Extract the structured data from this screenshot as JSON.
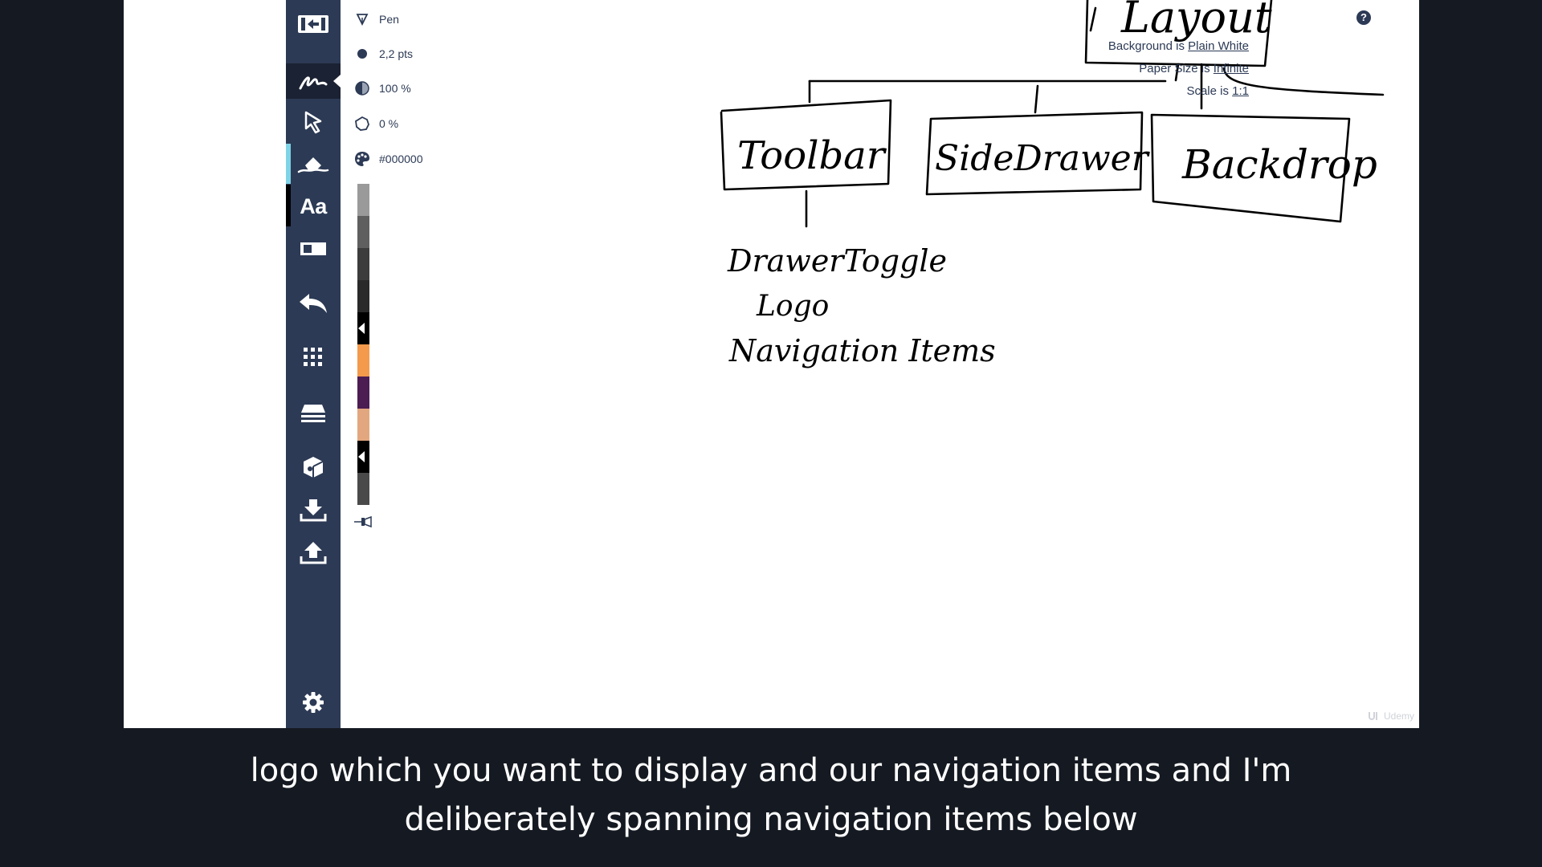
{
  "tool_properties": {
    "tool_name": "Pen",
    "stroke_size": "2,2 pts",
    "opacity": "100 %",
    "smoothing": "0 %",
    "color_hex": "#000000"
  },
  "tools": [
    {
      "name": "collapse-sidebar-icon"
    },
    {
      "name": "pen-tool-icon",
      "active": true
    },
    {
      "name": "select-tool-icon"
    },
    {
      "name": "eraser-tool-icon"
    },
    {
      "name": "text-tool-icon",
      "label": "Aa"
    },
    {
      "name": "shape-tool-icon"
    },
    {
      "name": "undo-icon"
    },
    {
      "name": "grid-icon"
    },
    {
      "name": "layers-icon"
    },
    {
      "name": "share-icon"
    },
    {
      "name": "download-icon"
    },
    {
      "name": "upload-icon"
    },
    {
      "name": "settings-icon"
    }
  ],
  "palette": [
    "#9a9a9a",
    "#5f5f5f",
    "#3c3c3c",
    "#2a2a2a",
    "#000000",
    "#f39a4c",
    "#4b1d52",
    "#e2a77f",
    "#000000",
    "#4a4a4a"
  ],
  "info": {
    "background_label": "Background is ",
    "background_value": "Plain White",
    "paper_label": "Paper Size is ",
    "paper_value": "Infinite",
    "scale_label": "Scale is ",
    "scale_value": "1:1",
    "help": "?"
  },
  "drawing_text": {
    "root": "Layout",
    "box1": "Toolbar",
    "box2": "SideDrawer",
    "box3": "Backdrop",
    "item1": "DrawerToggle",
    "item2": "Logo",
    "item3": "Navigation Items"
  },
  "watermark": "Udemy",
  "subtitles": {
    "line1": "logo which you want to display and our navigation items and I'm",
    "line2": "deliberately spanning navigation items below"
  },
  "colors": {
    "sidebar": "#2c3a55",
    "sidebar_active": "#1b2233",
    "accent": "#7fd3e6",
    "letterbox": "#151a22"
  }
}
